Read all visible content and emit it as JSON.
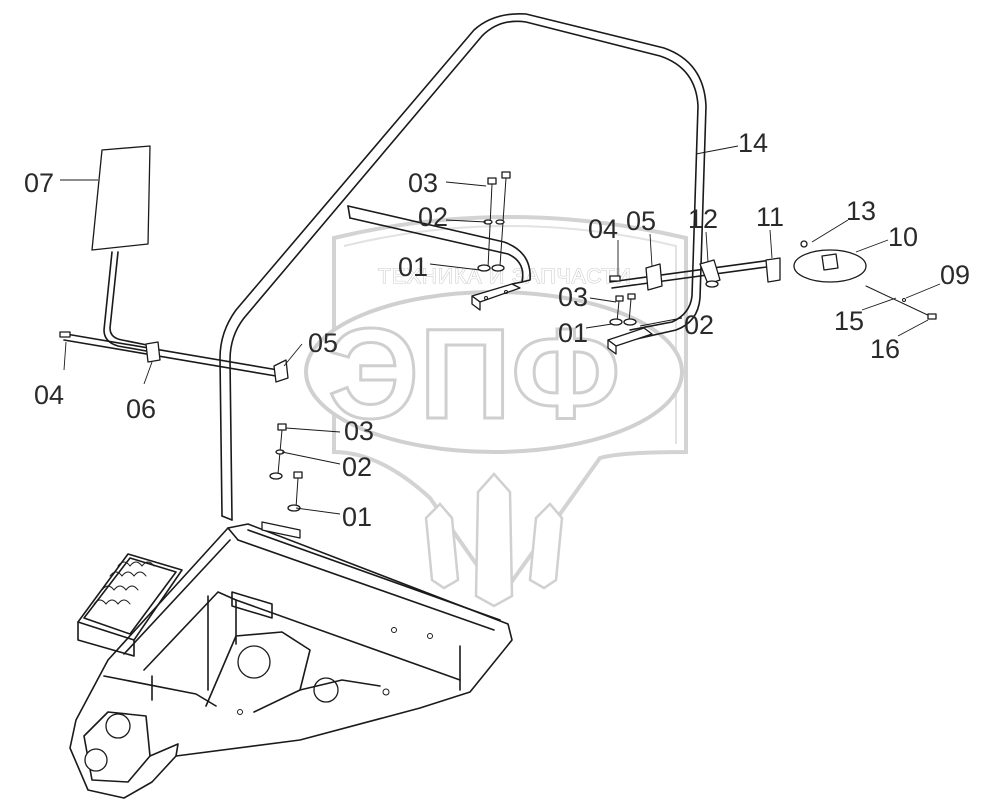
{
  "callouts": [
    {
      "id": "c07",
      "label": "07"
    },
    {
      "id": "c03a",
      "label": "03"
    },
    {
      "id": "c02a",
      "label": "02"
    },
    {
      "id": "c01a",
      "label": "01"
    },
    {
      "id": "c14",
      "label": "14"
    },
    {
      "id": "c04a",
      "label": "04"
    },
    {
      "id": "c05a",
      "label": "05"
    },
    {
      "id": "c12",
      "label": "12"
    },
    {
      "id": "c11",
      "label": "11"
    },
    {
      "id": "c13",
      "label": "13"
    },
    {
      "id": "c10",
      "label": "10"
    },
    {
      "id": "c09",
      "label": "09"
    },
    {
      "id": "c15",
      "label": "15"
    },
    {
      "id": "c16",
      "label": "16"
    },
    {
      "id": "c03b",
      "label": "03"
    },
    {
      "id": "c01b",
      "label": "01"
    },
    {
      "id": "c02b",
      "label": "02"
    },
    {
      "id": "c05b",
      "label": "05"
    },
    {
      "id": "c04b",
      "label": "04"
    },
    {
      "id": "c06",
      "label": "06"
    },
    {
      "id": "c03c",
      "label": "03"
    },
    {
      "id": "c02c",
      "label": "02"
    },
    {
      "id": "c01c",
      "label": "01"
    }
  ],
  "watermark": {
    "caption": "ТЕХНИКА И ЗАПЧАСТИ",
    "letters": "ЭПФ",
    "colors": {
      "stroke": "#cfcfcf",
      "fill": "#ffffff"
    }
  },
  "colors": {
    "line": "#1a1a1a",
    "text": "#2a2a2a",
    "background": "#ffffff"
  }
}
